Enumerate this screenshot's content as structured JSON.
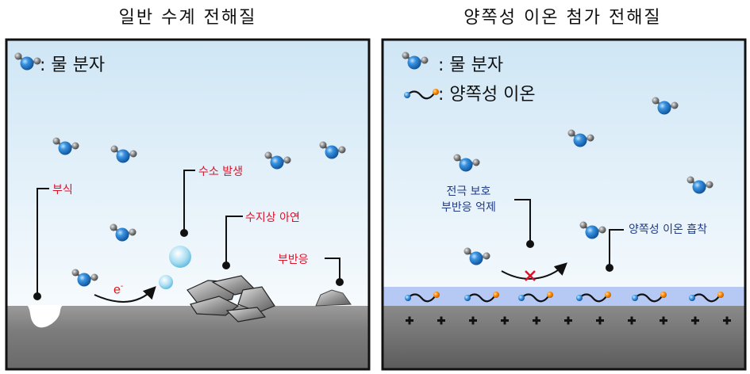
{
  "left_panel": {
    "title": "일반 수계 전해질",
    "legend_water": ": 물 분자",
    "labels": {
      "corrosion": "부식",
      "hydrogen": "수소 발생",
      "dendrite": "수지상 아연",
      "side_reaction": "부반응"
    },
    "electron": "e",
    "electron_sup": "-"
  },
  "right_panel": {
    "title": "양쪽성 이온 첨가 전해질",
    "legend_water": ": 물 분자",
    "legend_zwitterion": ": 양쪽성 이온",
    "labels": {
      "protection_line1": "전극 보호",
      "protection_line2": "부반응 억제",
      "adsorption": "양쪽성 이온 흡착"
    }
  },
  "colors": {
    "sky_top": "#cfe6f5",
    "sky_bottom": "#ffffff",
    "electrode": "#808080",
    "adsorption_layer": "#aabff2",
    "red_label": "#e0102a",
    "blue_label": "#1f3b88",
    "oxygen": "#1f77c9",
    "hydrogen": "#7a7a7a",
    "zwitterion_head": "#ff8a00"
  },
  "icons": [
    "water-molecule-icon",
    "zwitterion-icon",
    "bubble-icon",
    "plus-sign-icon",
    "x-mark-icon",
    "arrow-icon"
  ]
}
